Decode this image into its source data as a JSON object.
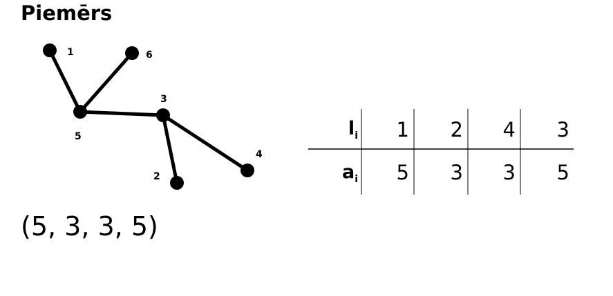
{
  "title": "Piemērs",
  "tree": {
    "nodes": [
      {
        "id": "1",
        "label": "1"
      },
      {
        "id": "6",
        "label": "6"
      },
      {
        "id": "3",
        "label": "3"
      },
      {
        "id": "5",
        "label": "5"
      },
      {
        "id": "4",
        "label": "4"
      },
      {
        "id": "2",
        "label": "2"
      }
    ],
    "edges": [
      [
        "1",
        "5"
      ],
      [
        "6",
        "5"
      ],
      [
        "5",
        "3"
      ],
      [
        "3",
        "2"
      ],
      [
        "3",
        "4"
      ]
    ]
  },
  "table": {
    "rows": [
      {
        "head_letter": "l",
        "head_sub": "i",
        "values": [
          "1",
          "2",
          "4",
          "3"
        ]
      },
      {
        "head_letter": "a",
        "head_sub": "i",
        "values": [
          "5",
          "3",
          "3",
          "5"
        ]
      }
    ]
  },
  "sequence": "(5, 3, 3, 5)"
}
